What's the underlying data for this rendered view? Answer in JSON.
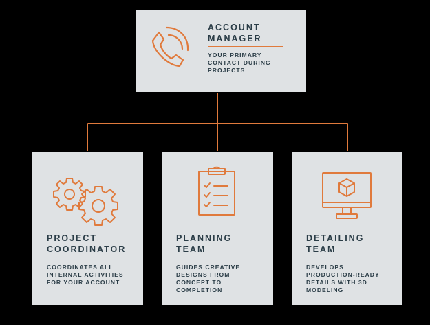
{
  "colors": {
    "background": "#000000",
    "card": "#dfe2e4",
    "accent": "#e07a3c",
    "text": "#2b3d47"
  },
  "account_manager": {
    "title": "ACCOUNT\nMANAGER",
    "description": "YOUR PRIMARY\nCONTACT DURING\nPROJECTS",
    "icon": "phone-icon"
  },
  "teams": [
    {
      "title": "PROJECT\nCOORDINATOR",
      "description": "COORDINATES ALL\nINTERNAL ACTIVITIES\nFOR YOUR ACCOUNT",
      "icon": "gears-icon"
    },
    {
      "title": "PLANNING\nTEAM",
      "description": "GUIDES CREATIVE\nDESIGNS FROM\nCONCEPT TO\nCOMPLETION",
      "icon": "clipboard-checklist-icon"
    },
    {
      "title": "DETAILING\nTEAM",
      "description": "DEVELOPS\nPRODUCTION-READY\nDETAILS WITH 3D\nMODELING",
      "icon": "monitor-cube-icon"
    }
  ]
}
